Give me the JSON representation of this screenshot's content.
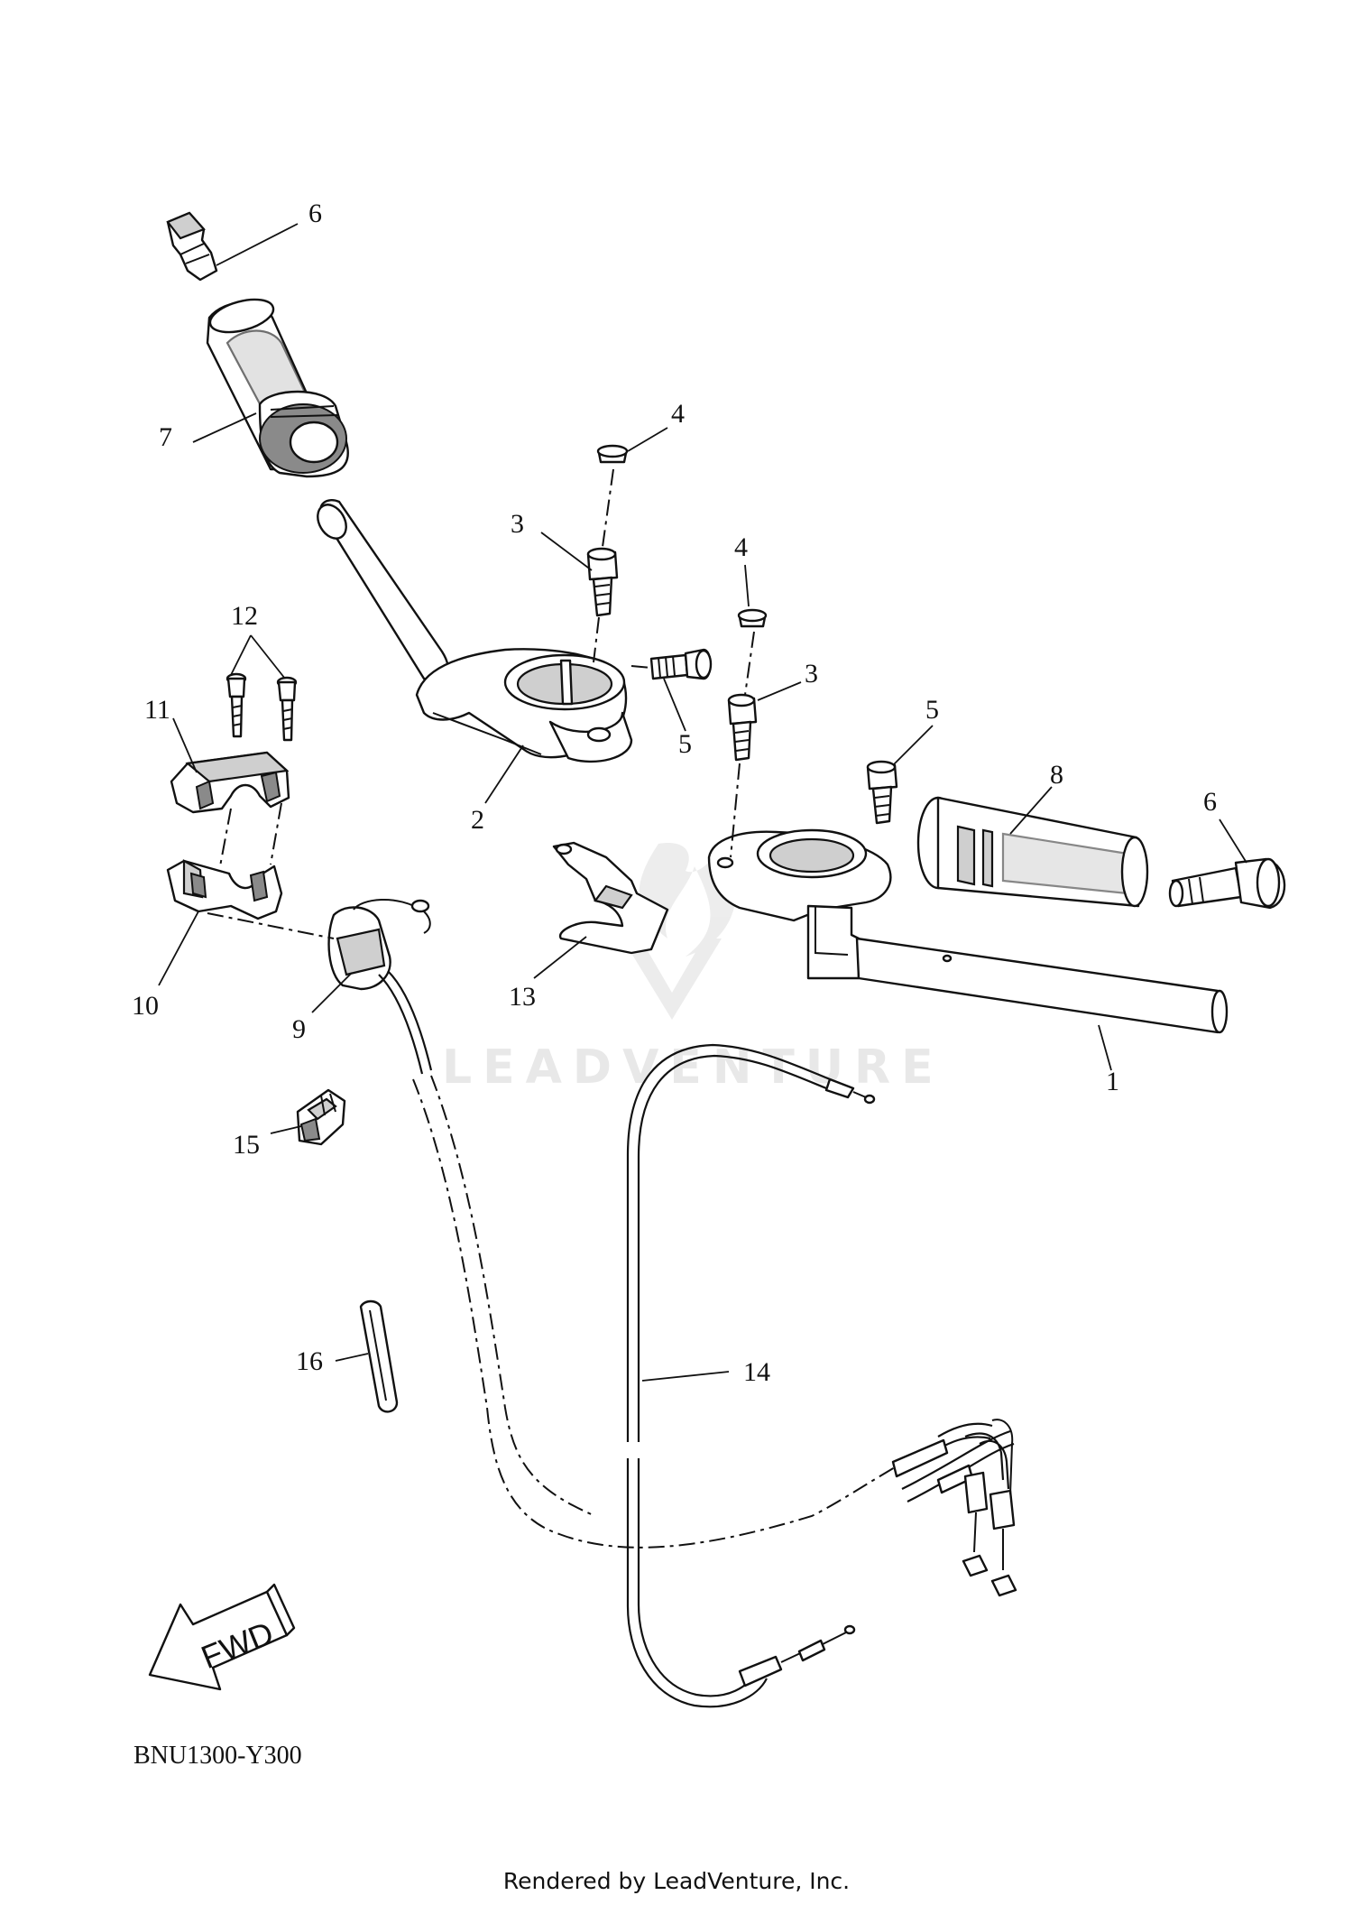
{
  "diagram": {
    "code": "BNU1300-Y300",
    "direction_label": "FWD",
    "watermark": "LEADVENTURE",
    "footer": "Rendered by LeadVenture, Inc."
  },
  "callouts": [
    {
      "id": "c6a",
      "label": "6"
    },
    {
      "id": "c7",
      "label": "7"
    },
    {
      "id": "c4a",
      "label": "4"
    },
    {
      "id": "c3a",
      "label": "3"
    },
    {
      "id": "c4b",
      "label": "4"
    },
    {
      "id": "c12",
      "label": "12"
    },
    {
      "id": "c11",
      "label": "11"
    },
    {
      "id": "c5a",
      "label": "5"
    },
    {
      "id": "c3b",
      "label": "3"
    },
    {
      "id": "c2",
      "label": "2"
    },
    {
      "id": "c5b",
      "label": "5"
    },
    {
      "id": "c8",
      "label": "8"
    },
    {
      "id": "c6b",
      "label": "6"
    },
    {
      "id": "c10",
      "label": "10"
    },
    {
      "id": "c13",
      "label": "13"
    },
    {
      "id": "c9",
      "label": "9"
    },
    {
      "id": "c1",
      "label": "1"
    },
    {
      "id": "c15",
      "label": "15"
    },
    {
      "id": "c16",
      "label": "16"
    },
    {
      "id": "c14",
      "label": "14"
    }
  ]
}
